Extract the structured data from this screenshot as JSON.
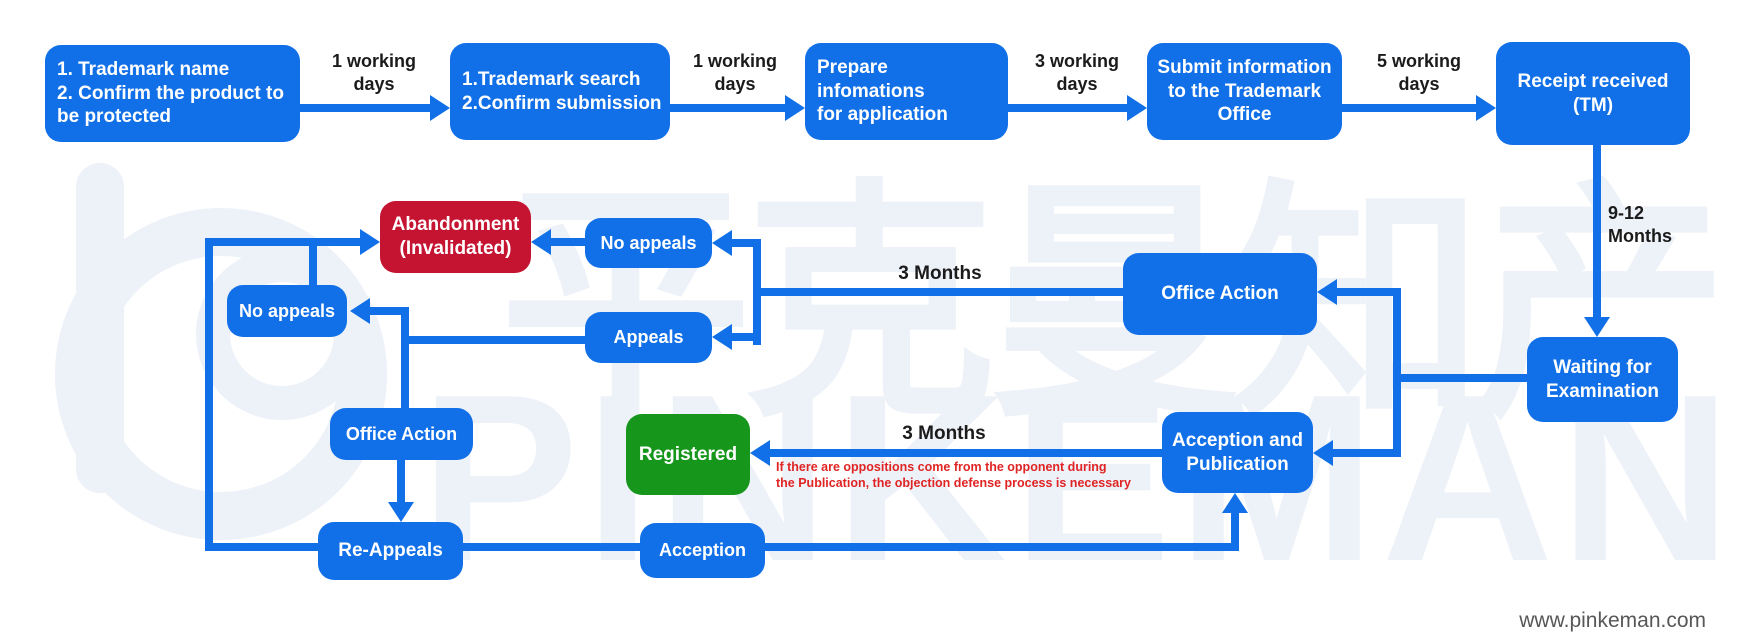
{
  "diagram": "trademark-registration-process-flowchart",
  "colors": {
    "node_blue": "#1170e8",
    "node_red": "#c51431",
    "node_green": "#17961c",
    "connector_blue": "#1170e8",
    "edge_label_black": "#1b1b1b",
    "note_red": "#e02424",
    "footer_gray": "#575757",
    "watermark": "#edf1f8",
    "background": "#ffffff"
  },
  "nodes": {
    "trademark_name": {
      "label": "1. Trademark name\n2. Confirm the product to\nbe protected"
    },
    "trademark_search": {
      "label": "1.Trademark search\n2.Confirm submission"
    },
    "prepare_info": {
      "label": "Prepare infomations\nfor application"
    },
    "submit_info": {
      "label": "Submit information\nto the Trademark\nOffice"
    },
    "receipt_received": {
      "label": "Receipt received\n(TM)"
    },
    "waiting_examination": {
      "label": "Waiting for\nExamination"
    },
    "office_action_1": {
      "label": "Office Action"
    },
    "acception_publication": {
      "label": "Acception and\nPublication"
    },
    "no_appeals_1": {
      "label": "No appeals"
    },
    "appeals": {
      "label": "Appeals"
    },
    "abandonment": {
      "label": "Abandonment\n(Invalidated)"
    },
    "no_appeals_2": {
      "label": "No appeals"
    },
    "office_action_2": {
      "label": "Office Action"
    },
    "re_appeals": {
      "label": "Re-Appeals"
    },
    "acception": {
      "label": "Acception"
    },
    "registered": {
      "label": "Registered"
    }
  },
  "edge_labels": {
    "working_1a": "1 working\ndays",
    "working_1b": "1 working\ndays",
    "working_3": "3 working\ndays",
    "working_5": "5 working\ndays",
    "months_9_12": "9-12\nMonths",
    "months_3_top": "3 Months",
    "months_3_bottom": "3 Months"
  },
  "note": {
    "text": "If there are oppositions come from the opponent during\nthe Publication, the objection defense process is necessary"
  },
  "footer": {
    "url": "www.pinkeman.com"
  },
  "watermark": {
    "cjk": "平克曼知产",
    "latin": "PINKEMAN"
  }
}
